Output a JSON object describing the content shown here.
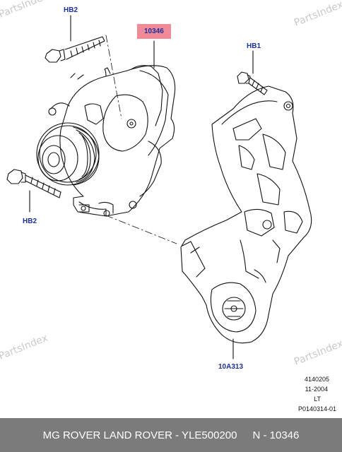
{
  "watermarks": [
    "PartsIndex",
    "PartsIndex",
    "PartsIndex",
    "PartsIndex"
  ],
  "callouts": {
    "hb2_top": "HB2",
    "part": "10346",
    "hb1": "HB1",
    "hb2_left": "HB2",
    "bracket": "10A313"
  },
  "meta": {
    "code": "4140205",
    "date": "11-2004",
    "side": "LT",
    "ref": "P0140314-01"
  },
  "footer": {
    "brand": "MG ROVER LAND ROVER - YLE500200",
    "number": "N - 10346"
  },
  "colors": {
    "callout_text": "#1a2fa0",
    "highlight": "#f08a96",
    "footer_bg": "#7b7b7b"
  }
}
